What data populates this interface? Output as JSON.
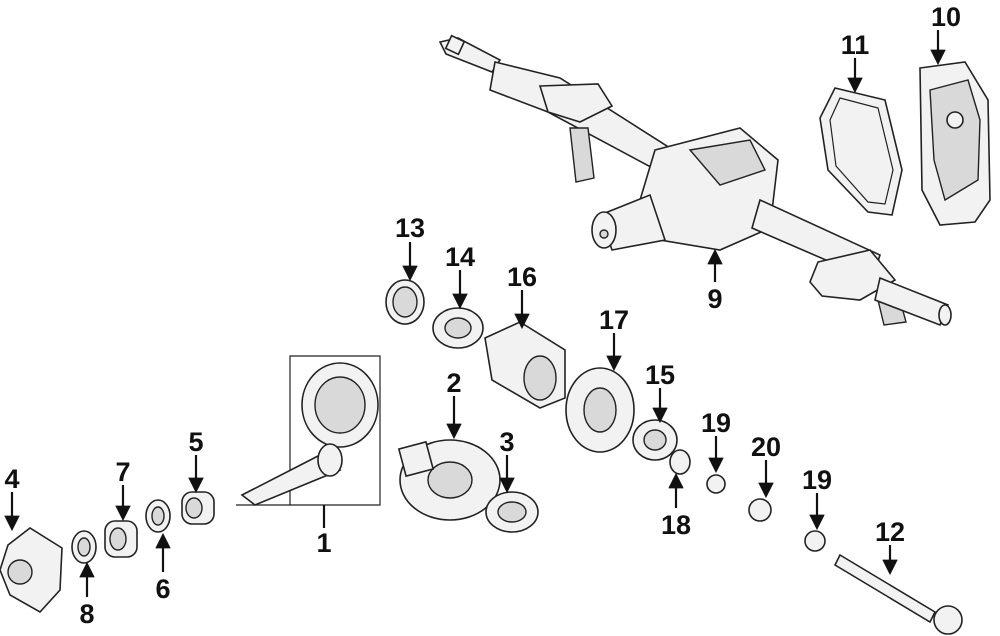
{
  "diagram": {
    "labels": {
      "p1": "1",
      "p2": "2",
      "p3": "3",
      "p4": "4",
      "p5": "5",
      "p6": "6",
      "p7": "7",
      "p8": "8",
      "p9": "9",
      "p10": "10",
      "p11": "11",
      "p12": "12",
      "p13": "13",
      "p14": "14",
      "p15": "15",
      "p16": "16",
      "p17": "17",
      "p18": "18",
      "p19a": "19",
      "p19b": "19",
      "p20": "20"
    }
  }
}
